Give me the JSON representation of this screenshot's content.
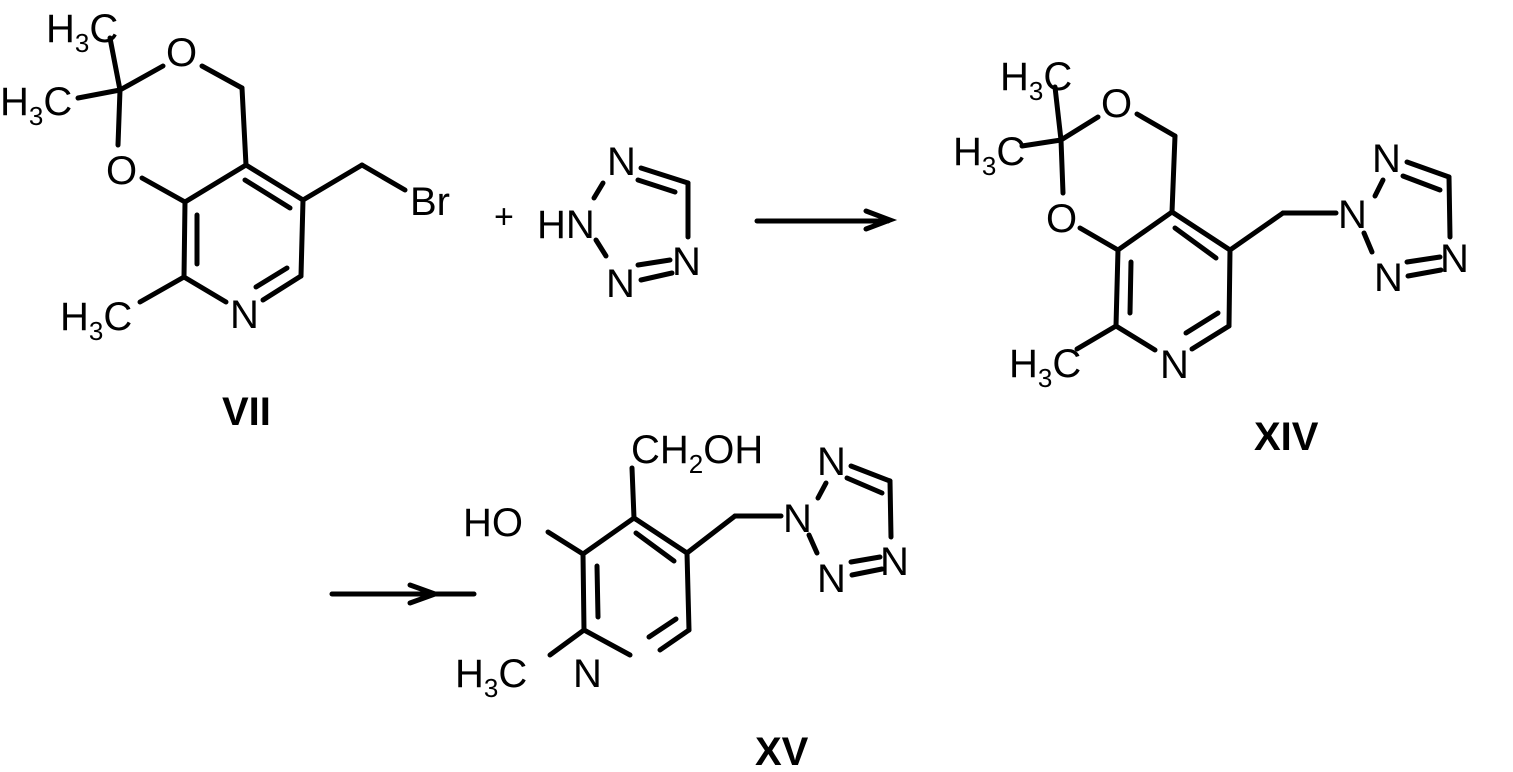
{
  "scheme": {
    "type": "chemical-reaction-scheme",
    "steps": [
      {
        "from": [
          "VII",
          "2H-tetrazole"
        ],
        "to": "XIV",
        "arrow": "reaction-arrow-1"
      },
      {
        "from": [
          "XIV"
        ],
        "to": "XV",
        "arrow": "reaction-arrow-2"
      }
    ],
    "plus_sign": "+"
  },
  "compounds": {
    "vii": {
      "label": "VII",
      "atoms": {
        "me_top": {
          "main": "H",
          "sub": "3",
          "tail": "C"
        },
        "me_mid": {
          "main": "H",
          "sub": "3",
          "tail": "C"
        },
        "o_top": "O",
        "o_low": "O",
        "me_ring": {
          "main": "H",
          "sub": "3",
          "tail": "C"
        },
        "n_ring": "N",
        "br": "Br"
      }
    },
    "tetrazole": {
      "atoms": {
        "hn": "HN",
        "n_top": "N",
        "n_right": "N",
        "n_bottom": "N"
      }
    },
    "xiv": {
      "label": "XIV",
      "atoms": {
        "me_top": {
          "main": "H",
          "sub": "3",
          "tail": "C"
        },
        "me_mid": {
          "main": "H",
          "sub": "3",
          "tail": "C"
        },
        "o_top": "O",
        "o_low": "O",
        "me_ring": {
          "main": "H",
          "sub": "3",
          "tail": "C"
        },
        "n_ring": "N",
        "tz_n1": "N",
        "tz_n_top": "N",
        "tz_n_right": "N",
        "tz_n_bottom": "N"
      }
    },
    "xv": {
      "label": "XV",
      "atoms": {
        "ch2oh": {
          "main": "CH",
          "sub": "2",
          "tail": "OH"
        },
        "ho": "HO",
        "me_ring": {
          "main": "H",
          "sub": "3",
          "tail": "C"
        },
        "n_ring": "N",
        "tz_n1": "N",
        "tz_n_top": "N",
        "tz_n_right": "N",
        "tz_n_bottom": "N"
      }
    }
  }
}
